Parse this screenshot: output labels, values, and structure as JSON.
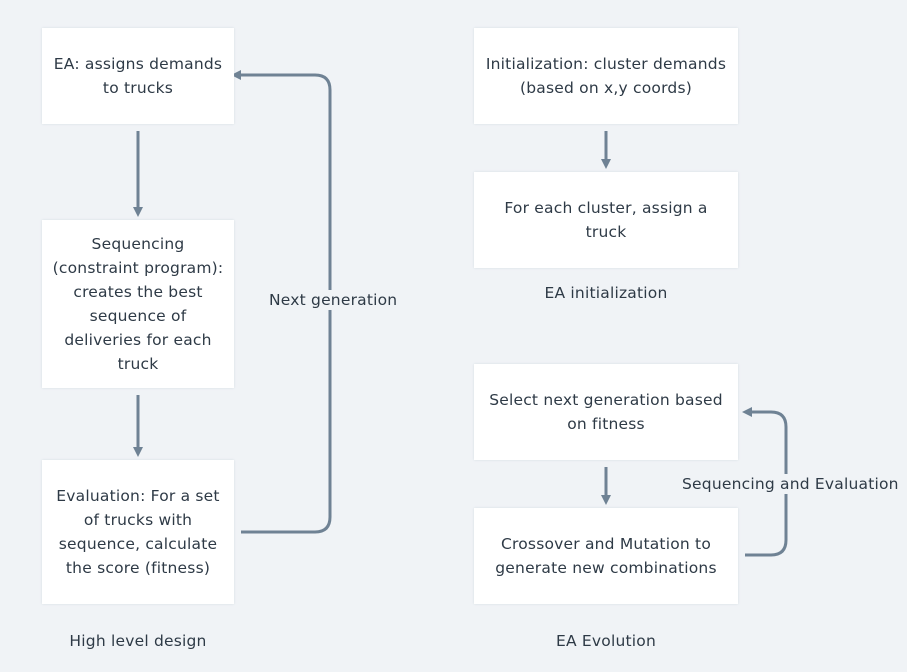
{
  "left": {
    "caption": "High level design",
    "box_assign": "EA: assigns demands to trucks",
    "box_sequencing": "Sequencing (constraint program): creates the best sequence of deliveries for each truck",
    "box_evaluation": "Evaluation: For a set of trucks with sequence, calculate the score (fitness)",
    "loop_label": "Next generation"
  },
  "right_top": {
    "caption": "EA initialization",
    "box_init": "Initialization: cluster demands (based on x,y coords)",
    "box_assign_truck": "For each cluster, assign a truck"
  },
  "right_bottom": {
    "caption": "EA Evolution",
    "box_select": "Select next generation based on fitness",
    "box_crossover": "Crossover and Mutation to generate new combinations",
    "loop_label": "Sequencing and Evaluation"
  },
  "colors": {
    "background": "#f0f3f6",
    "box": "#ffffff",
    "arrow": "#6f8294",
    "text": "#2e3a46"
  }
}
